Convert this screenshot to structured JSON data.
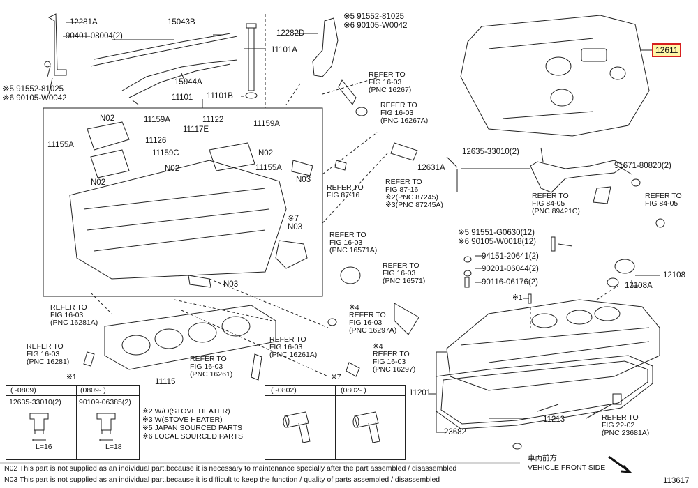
{
  "callouts": {
    "p12281A": "12281A",
    "p90401": "90401-08004(2)",
    "p15043B": "15043B",
    "p15044A": "15044A",
    "p12282D": "12282D",
    "p91552_top": "※5 91552-81025",
    "p90105_top": "※6 90105-W0042",
    "p91552_left": "※5 91552-81025",
    "p90105_left": "※6 90105-W0042",
    "p11101A": "11101A",
    "p11101B": "11101B",
    "p11101": "11101",
    "p12611": "12611",
    "n02_a": "N02",
    "p11159A_a": "11159A",
    "p11122": "11122",
    "p11159A_b": "11159A",
    "p11117E": "11117E",
    "p11155A_a": "11155A",
    "p11126": "11126",
    "n02_b": "N02",
    "p11159C": "11159C",
    "n02_c": "N02",
    "p11155A_b": "11155A",
    "n02_d": "N02",
    "n03_a": "N03",
    "n03_b": "※7\nN03",
    "n03_c": "N03",
    "p12635_top": "12635-33010(2)",
    "p12631A": "12631A",
    "p91671": "91671-80820(2)",
    "p91551": "※5 91551-G0630(12)",
    "p90105_mid": "※6 90105-W0018(12)",
    "p94151": "94151-20641(2)",
    "p90201": "90201-06044(2)",
    "p90116": "90116-06176(2)",
    "p12108": "12108",
    "p12108A": "12108A",
    "star1": "※1",
    "p11201": "11201",
    "p11213": "11213",
    "p23682": "23682",
    "p11115": "11115"
  },
  "refs": {
    "r16267": "REFER TO\nFIG 16-03\n(PNC 16267)",
    "r16267A": "REFER TO\nFIG 16-03\n(PNC 16267A)",
    "r8716": "REFER TO\nFIG 87-16",
    "r87245": "REFER TO\nFIG 87-16\n※2(PNC 87245)\n※3(PNC 87245A)",
    "r84_05a": "REFER TO\nFIG 84-05\n(PNC 89421C)",
    "r84_05b": "REFER TO\nFIG 84-05",
    "r16571A": "REFER TO\nFIG 16-03\n(PNC 16571A)",
    "r16571": "REFER TO\nFIG 16-03\n(PNC 16571)",
    "r16281A": "REFER TO\nFIG 16-03\n(PNC 16281A)",
    "r16281": "REFER TO\nFIG 16-03\n(PNC 16281)",
    "r16297A": "※4\nREFER TO\nFIG 16-03\n(PNC 16297A)",
    "r16261A": "REFER TO\nFIG 16-03\n(PNC 16261A)",
    "r16297": "※4\nREFER TO\nFIG 16-03\n(PNC 16297)",
    "r16261": "REFER TO\nFIG 16-03\n(PNC 16261)",
    "r23681A": "REFER TO\nFIG 22-02\n(PNC 23681A)"
  },
  "inset1": {
    "mark": "※1",
    "col1_header": "(      -0809)",
    "col2_header": "(0809-      )",
    "col1_part": "12635-33010(2)",
    "col2_part": "90109-06385(2)",
    "col1_len": "L=16",
    "col2_len": "L=18"
  },
  "inset7": {
    "mark": "※7",
    "col1_header": "(      -0802)",
    "col2_header": "(0802-      )"
  },
  "legend": [
    "※2 W/O(STOVE HEATER)",
    "※3 W(STOVE HEATER)",
    "※5 JAPAN SOURCED PARTS",
    "※6 LOCAL SOURCED PARTS"
  ],
  "notes": {
    "n02": "N02 This part is not supplied as an individual part,because it is necessary to maintenance specially after the part assembled / disassembled",
    "n03": "N03 This part is not supplied as an individual part,because it is difficult to keep the function / quality of parts assembled / disassembled"
  },
  "front": {
    "jp": "車両前方",
    "en": "VEHICLE FRONT SIDE"
  },
  "diagram_id": "113617"
}
